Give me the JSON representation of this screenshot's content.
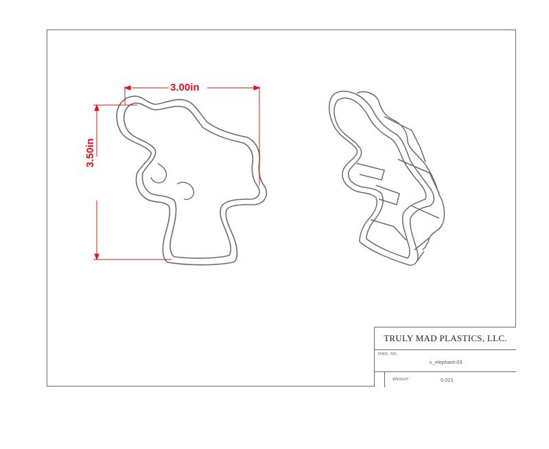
{
  "dimensions": {
    "width_label": "3.00in",
    "height_label": "3.50in",
    "color": "#e0101a"
  },
  "title_block": {
    "company": "TRULY MAD PLASTICS, LLC.",
    "dwg_no_label": "DWG. NO.",
    "dwg_no_value": "c_elephant-03",
    "weight_label": "WEIGHT:",
    "weight_value": "0.021"
  }
}
